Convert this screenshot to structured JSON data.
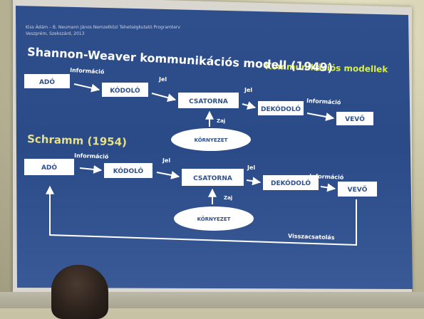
{
  "slide": {
    "credit_line1": "Kiss Ádám – B. Neumann János Nemzetközi Tehetségkutató Programterv",
    "credit_line2": "Veszprém, Szekszárd, 2013",
    "right_title": "Kommunikációs modellek",
    "model1": {
      "title": "Shannon-Weaver kommunikációs modell (1949)",
      "boxes": [
        "ADÓ",
        "KÓDOLÓ",
        "CSATORNA",
        "DEKÓDOLÓ",
        "VEVŐ"
      ],
      "edge_labels": [
        "Információ",
        "Jel",
        "Jel",
        "Információ"
      ],
      "noise_label": "Zaj",
      "environment": "KÖRNYEZET"
    },
    "model2": {
      "title": "Schramm (1954)",
      "boxes": [
        "ADÓ",
        "KÓDOLÓ",
        "CSATORNA",
        "DEKÓDOLÓ",
        "VEVŐ"
      ],
      "edge_labels": [
        "Információ",
        "Jel",
        "Jel",
        "Információ"
      ],
      "noise_label": "Zaj",
      "environment": "KÖRNYEZET",
      "feedback_label": "Visszacsatolás"
    }
  }
}
